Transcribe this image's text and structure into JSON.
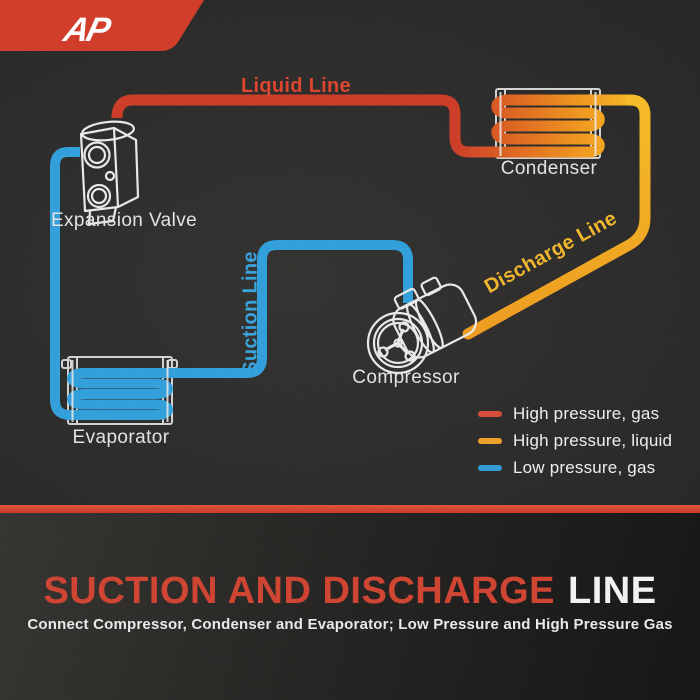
{
  "logo": {
    "monogram": "AP",
    "banner_color": "#d23a27"
  },
  "diagram": {
    "line_labels": {
      "liquid": "Liquid Line",
      "suction": "Suction Line",
      "discharge": "Discharge Line"
    },
    "component_labels": {
      "expansion_valve": "Expansion Valve",
      "condenser": "Condenser",
      "evaporator": "Evaporator",
      "compressor": "Compressor"
    },
    "line_colors": {
      "liquid_red": "#cd3a25",
      "discharge_yellow": "#f6bb22",
      "discharge_orange": "#ee9a1e",
      "suction_blue": "#2f9fdc"
    },
    "legend": {
      "items": [
        {
          "label": "High pressure, gas",
          "color": "#d84b38"
        },
        {
          "label": "High pressure, liquid",
          "color": "#eda127"
        },
        {
          "label": "Low pressure, gas",
          "color": "#2f9ad6"
        }
      ]
    }
  },
  "banner": {
    "title_emphasis": "SUCTION AND DISCHARGE",
    "title_rest": "LINE",
    "subtitle": "Connect Compressor, Condenser and Evaporator; Low Pressure and High Pressure Gas"
  }
}
